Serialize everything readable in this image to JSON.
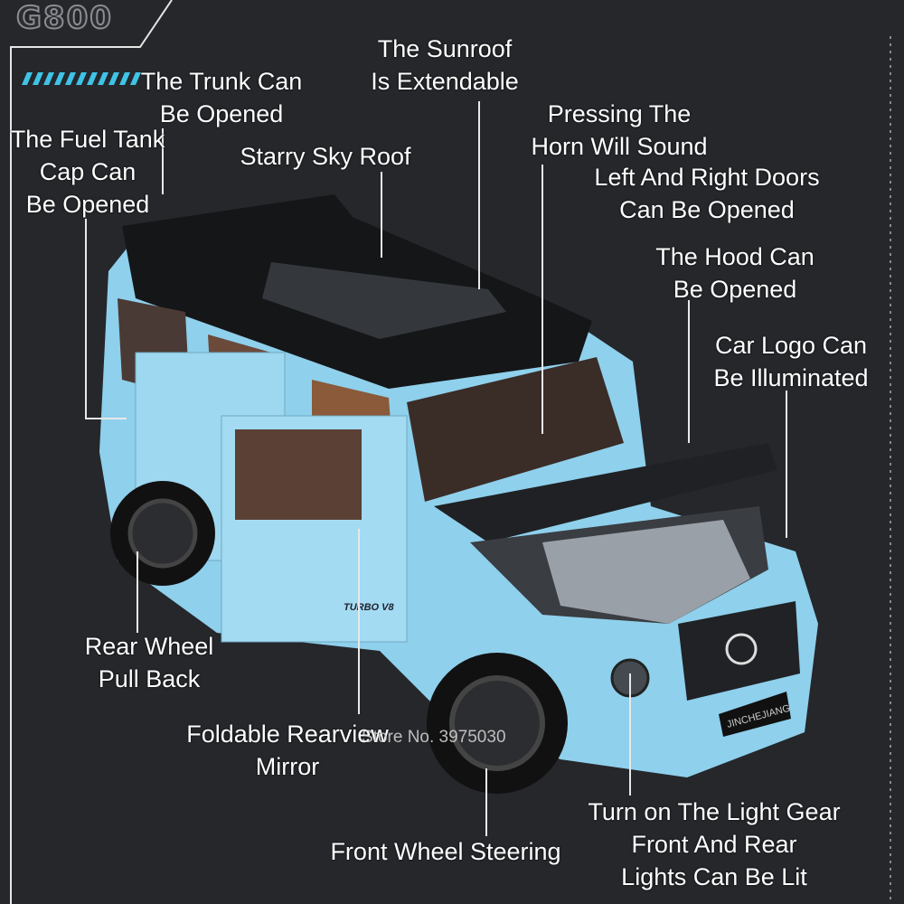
{
  "brand_logo": "G800",
  "store_watermark": "Store No. 3975030",
  "colors": {
    "background": "#25272b",
    "accent_stripes": "#3fc3e6",
    "car_body": "#8fd0ec",
    "roof": "#151618"
  },
  "car_badges": {
    "model_badge": "TURBO V8",
    "plate": "JINCHEJIANG"
  },
  "callouts": {
    "trunk": [
      "The Trunk Can",
      "Be Opened"
    ],
    "sunroof": [
      "The Sunroof",
      "Is Extendable"
    ],
    "fuel_tank": [
      "The Fuel Tank",
      "Cap Can",
      "Be Opened"
    ],
    "starry_roof": [
      "Starry Sky Roof"
    ],
    "horn": [
      "Pressing The",
      "Horn Will Sound"
    ],
    "doors": [
      "Left And Right Doors",
      "Can Be Opened"
    ],
    "hood": [
      "The Hood Can",
      "Be Opened"
    ],
    "logo": [
      "Car Logo Can",
      "Be Illuminated"
    ],
    "rear_wheel": [
      "Rear Wheel",
      "Pull Back"
    ],
    "mirror": [
      "Foldable Rearview",
      "Mirror"
    ],
    "front_wheel": [
      "Front Wheel Steering"
    ],
    "lights": [
      "Turn on The Light Gear",
      "Front And Rear",
      "Lights Can Be Lit"
    ]
  }
}
